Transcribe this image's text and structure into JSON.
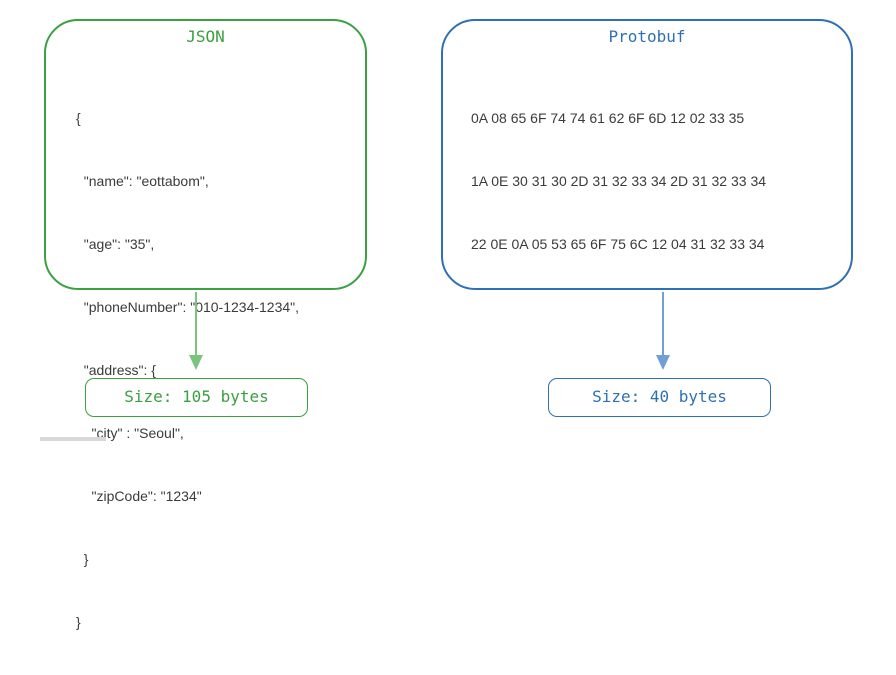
{
  "json_panel": {
    "title": "JSON",
    "lines": [
      "{",
      "  \"name\": \"eottabom\",",
      "  \"age\": \"35\",",
      "  \"phoneNumber\": \"010-1234-1234\",",
      "  \"address\": {",
      "    \"city\" : \"Seoul\",",
      "    \"zipCode\": \"1234\"",
      "  }",
      "}"
    ],
    "size_label": "Size: 105 bytes",
    "color": "#3aa040"
  },
  "protobuf_panel": {
    "title": "Protobuf",
    "lines": [
      "0A 08 65 6F 74 74 61 62 6F 6D 12 02 33 35",
      "1A 0E 30 31 30 2D 31 32 33 34 2D 31 32 33 34",
      "22 0E 0A 05 53 65 6F 75 6C 12 04 31 32 33 34"
    ],
    "size_label": "Size: 40 bytes",
    "color": "#2f70b4"
  },
  "arrow_colors": {
    "json": "#7cc47e",
    "protobuf": "#6f9fd4"
  }
}
